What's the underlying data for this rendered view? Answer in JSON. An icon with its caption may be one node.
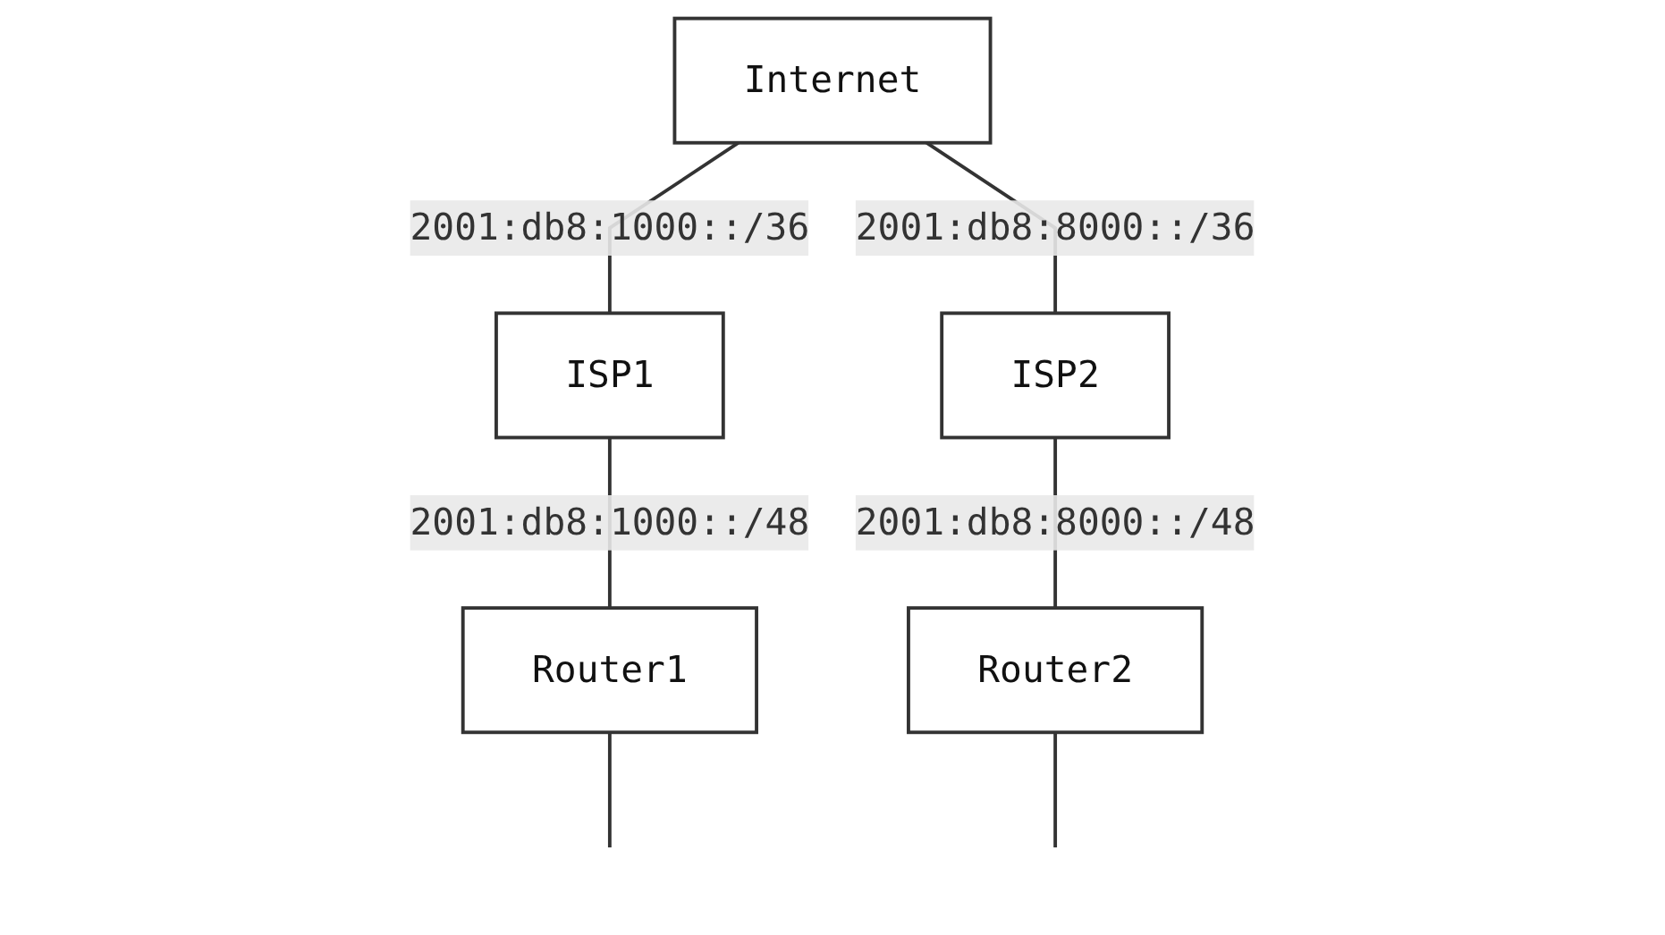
{
  "diagram": {
    "nodes": [
      {
        "text": [
          "Internet"
        ]
      },
      {
        "text": [
          "ISP1"
        ]
      },
      {
        "text": [
          "ISP2"
        ]
      },
      {
        "text": [
          "Router1"
        ]
      },
      {
        "text": [
          "Router2"
        ]
      }
    ],
    "edges": [
      {
        "from": 0,
        "to": 1,
        "arrow": "none",
        "label": "2001:db8:1000::/36"
      },
      {
        "from": 0,
        "to": 2,
        "arrow": "none",
        "label": "2001:db8:8000::/36"
      },
      {
        "from": 1,
        "to": 3,
        "arrow": "none",
        "label": "2001:db8:1000::/48"
      },
      {
        "from": 2,
        "to": 4,
        "arrow": "none",
        "label": "2001:db8:8000::/48"
      },
      {
        "from": 3,
        "to": null,
        "arrow": "none"
      },
      {
        "from": 4,
        "to": null,
        "arrow": "none"
      }
    ]
  }
}
